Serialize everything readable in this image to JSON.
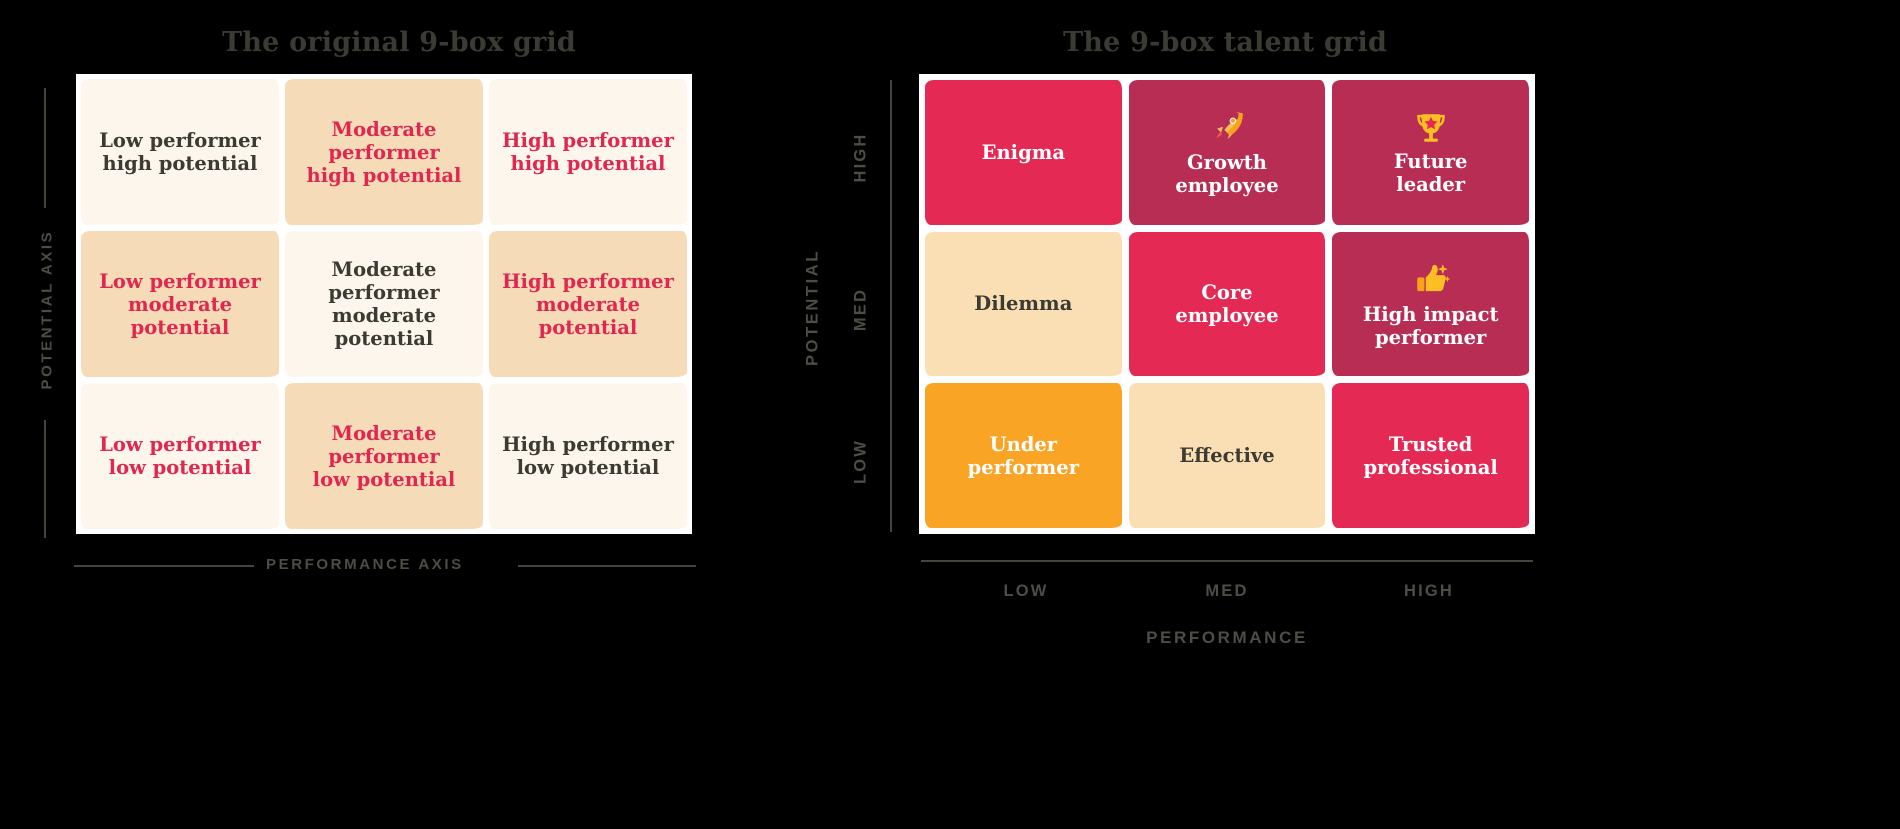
{
  "colors": {
    "background": "#000000",
    "paper_white": "#ffffff",
    "cream": "#fdf6ec",
    "tan": "#f5dbb8",
    "crimson": "#e42a54",
    "crimson_text": "#e0274f",
    "dark_magenta": "#b82d54",
    "peach": "#fbdfb4",
    "orange": "#faa426",
    "dark_text": "#3b3b34",
    "axis_gray": "#4d4d45",
    "icon_orange": "#f9a825",
    "icon_orange_light": "#fbc16a"
  },
  "left_panel": {
    "title": "The original 9-box grid",
    "y_axis_label": "POTENTIAL AXIS",
    "x_axis_label": "PERFORMANCE AXIS",
    "cells": [
      {
        "label": "Low performer\nhigh potential",
        "bg": "cream",
        "text": "dark",
        "row": "high",
        "col": "low"
      },
      {
        "label": "Moderate\nperformer\nhigh potential",
        "bg": "tan",
        "text": "crimson",
        "row": "high",
        "col": "med"
      },
      {
        "label": "High performer\nhigh potential",
        "bg": "cream",
        "text": "crimson",
        "row": "high",
        "col": "high"
      },
      {
        "label": "Low performer\nmoderate\npotential",
        "bg": "tan",
        "text": "crimson",
        "row": "med",
        "col": "low"
      },
      {
        "label": "Moderate\nperformer\nmoderate\npotential",
        "bg": "cream",
        "text": "dark",
        "row": "med",
        "col": "med"
      },
      {
        "label": "High performer\nmoderate\npotential",
        "bg": "tan",
        "text": "crimson",
        "row": "med",
        "col": "high"
      },
      {
        "label": "Low performer\nlow potential",
        "bg": "cream",
        "text": "crimson",
        "row": "low",
        "col": "low"
      },
      {
        "label": "Moderate\nperformer\nlow potential",
        "bg": "tan",
        "text": "crimson",
        "row": "low",
        "col": "med"
      },
      {
        "label": "High performer\nlow potential",
        "bg": "cream",
        "text": "dark",
        "row": "low",
        "col": "high"
      }
    ]
  },
  "right_panel": {
    "title": "The 9-box talent grid",
    "y_axis_label": "POTENTIAL",
    "x_axis_label": "PERFORMANCE",
    "y_ticks": [
      "HIGH",
      "MED",
      "LOW"
    ],
    "x_ticks": [
      "LOW",
      "MED",
      "HIGH"
    ],
    "cells": [
      {
        "label": "Enigma",
        "bg": "crimson",
        "text": "white",
        "icon": null,
        "row": "high",
        "col": "low"
      },
      {
        "label": "Growth\nemployee",
        "bg": "dark_magenta",
        "text": "white",
        "icon": "rocket-icon",
        "row": "high",
        "col": "med"
      },
      {
        "label": "Future\nleader",
        "bg": "dark_magenta",
        "text": "white",
        "icon": "trophy-icon",
        "row": "high",
        "col": "high"
      },
      {
        "label": "Dilemma",
        "bg": "peach",
        "text": "dark",
        "icon": null,
        "row": "med",
        "col": "low"
      },
      {
        "label": "Core\nemployee",
        "bg": "crimson",
        "text": "white",
        "icon": null,
        "row": "med",
        "col": "med"
      },
      {
        "label": "High impact\nperformer",
        "bg": "dark_magenta",
        "text": "white",
        "icon": "thumbs-up-icon",
        "row": "med",
        "col": "high"
      },
      {
        "label": "Under\nperformer",
        "bg": "orange",
        "text": "white",
        "icon": null,
        "row": "low",
        "col": "low"
      },
      {
        "label": "Effective",
        "bg": "peach",
        "text": "dark",
        "icon": null,
        "row": "low",
        "col": "med"
      },
      {
        "label": "Trusted\nprofessional",
        "bg": "crimson",
        "text": "white",
        "icon": null,
        "row": "low",
        "col": "high"
      }
    ]
  }
}
